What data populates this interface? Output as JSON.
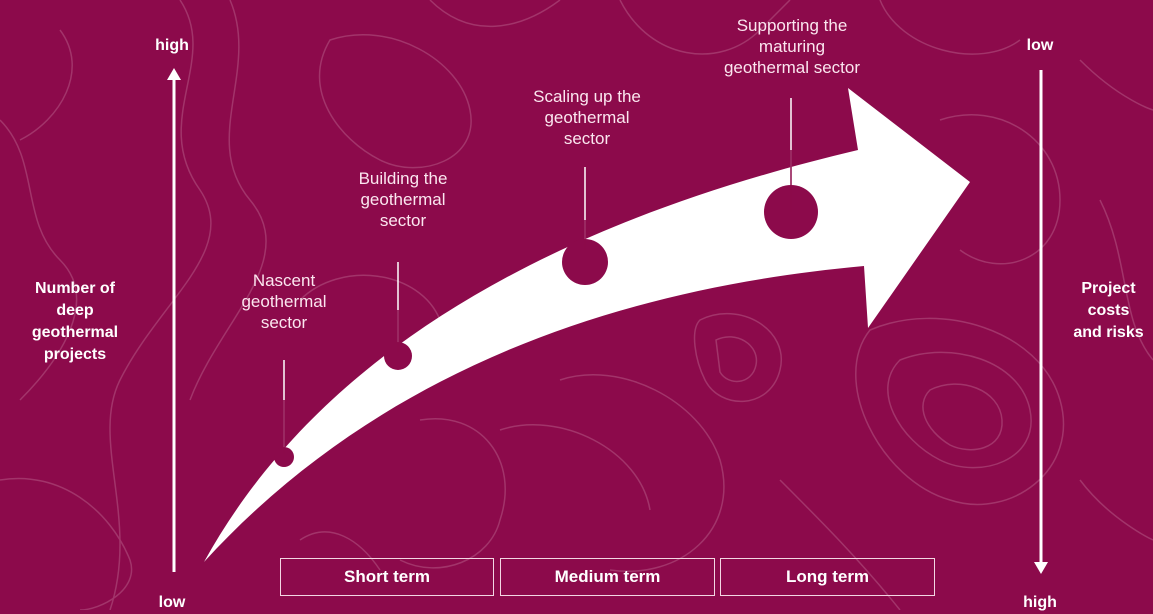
{
  "left_axis": {
    "top_label": "high",
    "bottom_label": "low",
    "title_lines": [
      "Number of",
      "deep",
      "geothermal",
      "projects"
    ]
  },
  "right_axis": {
    "top_label": "low",
    "bottom_label": "high",
    "title_lines": [
      "Project",
      "costs",
      "and risks"
    ]
  },
  "stages": [
    {
      "lines": [
        "Nascent",
        "geothermal",
        "sector"
      ]
    },
    {
      "lines": [
        "Building the",
        "geothermal",
        "sector"
      ]
    },
    {
      "lines": [
        "Scaling up the",
        "geothermal",
        "sector"
      ]
    },
    {
      "lines": [
        "Supporting the",
        "maturing",
        "geothermal sector"
      ]
    }
  ],
  "terms": [
    "Short term",
    "Medium term",
    "Long term"
  ],
  "colors": {
    "background": "#8c0a4b",
    "contour": "#a83a6e",
    "arrow": "#ffffff"
  }
}
